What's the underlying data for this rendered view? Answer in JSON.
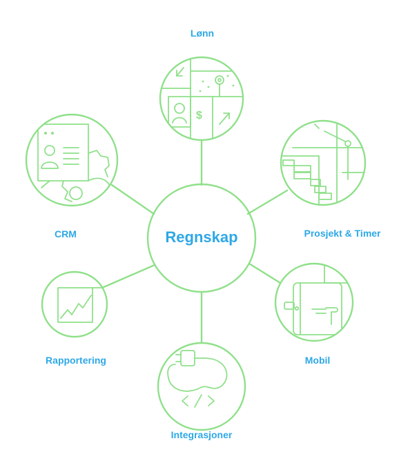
{
  "colors": {
    "line": "#8fe08a",
    "text": "#2ea8e6",
    "background": "#ffffff"
  },
  "center": {
    "label": "Regnskap"
  },
  "modules": [
    {
      "key": "lonn",
      "label": "Lønn",
      "icon": "payroll-icon"
    },
    {
      "key": "prosjekt",
      "label": "Prosjekt & Timer",
      "icon": "project-timeline-icon"
    },
    {
      "key": "mobil",
      "label": "Mobil",
      "icon": "mobile-phone-icon"
    },
    {
      "key": "integrasjoner",
      "label": "Integrasjoner",
      "icon": "plug-code-icon"
    },
    {
      "key": "rapportering",
      "label": "Rapportering",
      "icon": "line-chart-icon"
    },
    {
      "key": "crm",
      "label": "CRM",
      "icon": "contact-card-gears-icon"
    }
  ]
}
